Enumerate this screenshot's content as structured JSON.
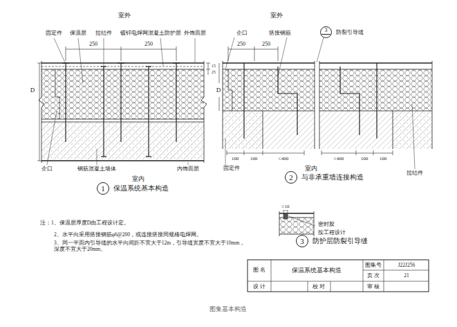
{
  "diagram": {
    "caption": "图集基本构造",
    "nodes": [
      {
        "text": [
          "1",
          "保温系统基本构造"
        ]
      },
      {
        "text": [
          "3",
          "防裂引导缝"
        ]
      },
      {
        "text": [
          "2",
          "与非承重墙连接构造"
        ]
      },
      {
        "text": [
          "3",
          "防护层防裂引导缝"
        ]
      }
    ],
    "labels": [
      "室外",
      "固定件",
      "保温层",
      "拉结件",
      "镀锌电焊网混凝土防护层",
      "外饰面层",
      "250",
      "250",
      "D",
      "15",
      "25",
      "企口",
      "钢筋混凝土墙体",
      "室内",
      "内饰面层",
      "室外",
      "企口",
      "搭接钢筋",
      "250",
      "250",
      "固定件",
      "100",
      "100",
      "≤400",
      "室内",
      "≤400",
      "100",
      "100",
      "拉结件",
      "D",
      "≤10",
      "密封胶",
      "按工程设计",
      "注：1、保温层厚度D由工程设计定。",
      "2、水平向采用搭接钢筋φ6@200，或连接搭接同规格电焊网。",
      "3、同一平面内引导缝的水平向间距不宜大于12m，引导缝宽度不宜大于10mm，深度不宜大于20mm。",
      "图 名",
      "保温系统基本构造",
      "图集号",
      "J22J256",
      "页 次",
      "21",
      "设 计",
      "校 对",
      "审 核"
    ]
  }
}
